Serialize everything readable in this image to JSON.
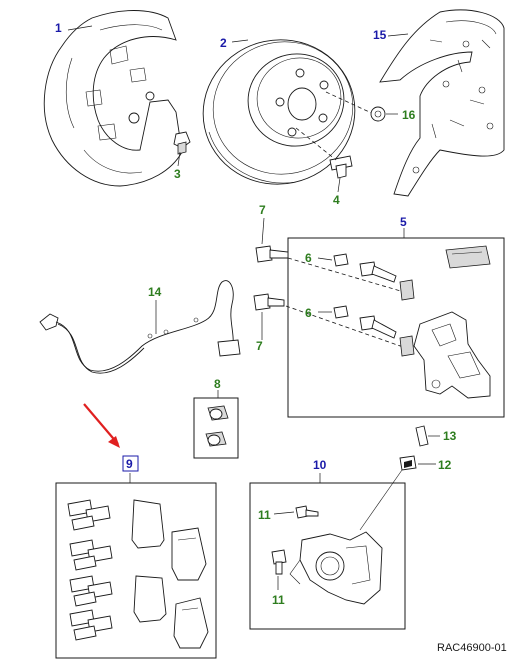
{
  "diagram": {
    "reference": "RAC46900-01",
    "colors": {
      "assembly_label": "#1a1aa8",
      "component_label": "#2e7d1f",
      "highlight_box": "#1a1aa8",
      "arrow": "#e02020"
    },
    "callouts": {
      "c1": "1",
      "c2": "2",
      "c3": "3",
      "c4": "4",
      "c5": "5",
      "c6a": "6",
      "c6b": "6",
      "c7a": "7",
      "c7b": "7",
      "c8": "8",
      "c9": "9",
      "c10": "10",
      "c11a": "11",
      "c11b": "11",
      "c12": "12",
      "c13": "13",
      "c14": "14",
      "c15": "15",
      "c16": "16"
    }
  }
}
